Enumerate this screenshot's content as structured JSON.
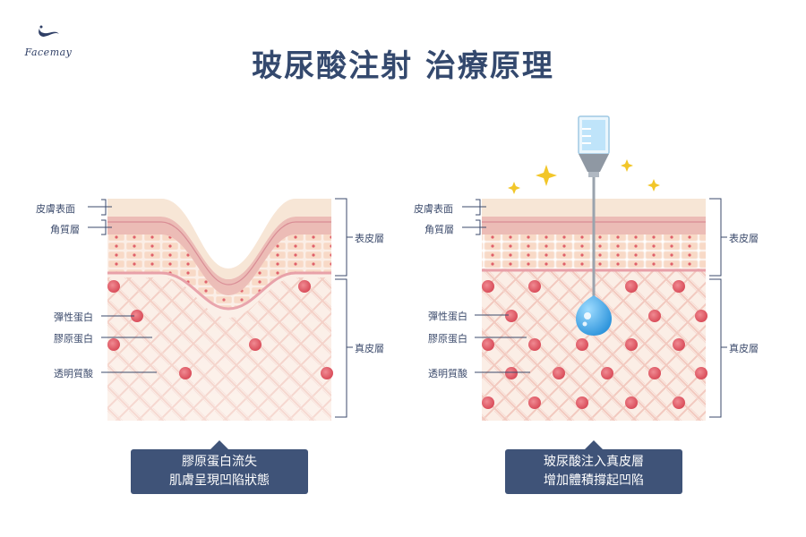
{
  "brand": {
    "name": "Facemay"
  },
  "title": "玻尿酸注射 治療原理",
  "left_panel": {
    "labels": {
      "skin_surface": "皮膚表面",
      "stratum_corneum": "角質層",
      "elastin": "彈性蛋白",
      "collagen": "膠原蛋白",
      "hyaluronic_acid": "透明質酸",
      "epidermis": "表皮層",
      "dermis": "真皮層"
    },
    "caption": {
      "line1": "膠原蛋白流失",
      "line2": "肌膚呈現凹陷狀態"
    }
  },
  "right_panel": {
    "labels": {
      "skin_surface": "皮膚表面",
      "stratum_corneum": "角質層",
      "elastin": "彈性蛋白",
      "collagen": "膠原蛋白",
      "hyaluronic_acid": "透明質酸",
      "epidermis": "表皮層",
      "dermis": "真皮層"
    },
    "caption": {
      "line1": "玻尿酸注入真皮層",
      "line2": "增加體積撐起凹陷"
    }
  },
  "colors": {
    "title": "#34496e",
    "caption_bg": "#3f5378",
    "skin_surface": "#f7e6d6",
    "epidermis_cells": "#f6cfb8",
    "dermis_bg": "#fbeee6",
    "dot": "#e0606a",
    "injection_drop": "#3fa9e8",
    "sparkle": "#f2c629"
  }
}
